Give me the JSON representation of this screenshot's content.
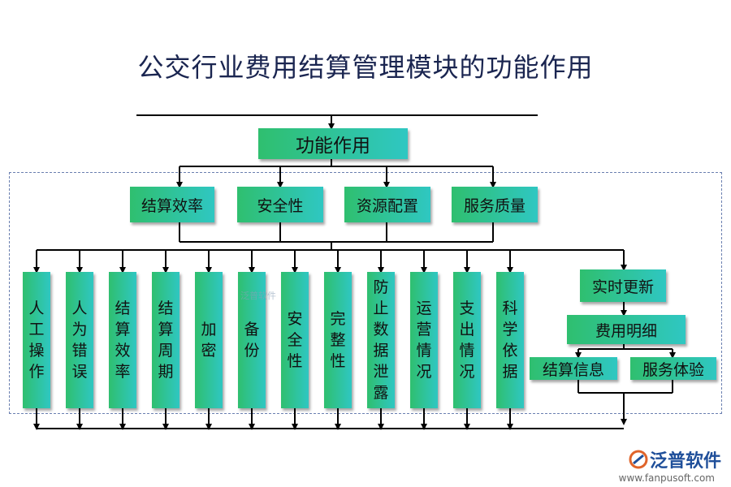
{
  "title": "公交行业费用结算管理模块的功能作用",
  "root": "功能作用",
  "level2": [
    "结算效率",
    "安全性",
    "资源配置",
    "服务质量"
  ],
  "level3": [
    "人工操作",
    "人为错误",
    "结算效率",
    "结算周期",
    "加密",
    "备份",
    "安全性",
    "完整性",
    "防止数据泄露",
    "运营情况",
    "支出情况",
    "科学依据"
  ],
  "right_branch": {
    "top": "实时更新",
    "middle": "费用明细",
    "left": "结算信息",
    "right": "服务体验"
  },
  "logo": {
    "name": "泛普软件",
    "url": "www.fanpusoft.com",
    "icon": "fanpu-logo-icon"
  },
  "watermark": "泛普软件",
  "colors": {
    "box_start": "#2fbf6f",
    "box_end": "#2fc7c2",
    "title": "#1a2550",
    "line": "#000000"
  }
}
